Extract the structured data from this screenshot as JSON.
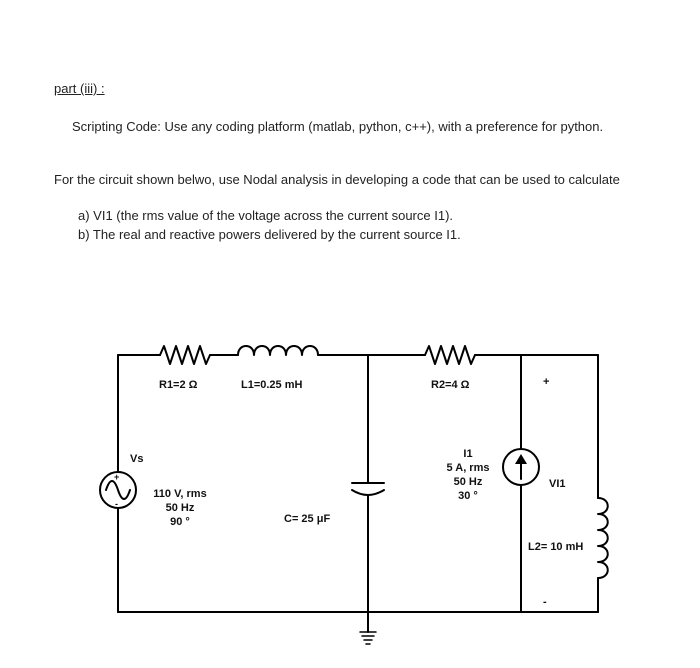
{
  "problem": {
    "part_label": "part (iii) :",
    "scripting_line": "Scripting Code:  Use any coding platform (matlab, python, c++), with a preference for python.",
    "instruction": "For the circuit shown belwo,  use Nodal analysis  in developing a code that can be used to calculate",
    "items": [
      "a)  VI1 (the rms value of the voltage across the current source I1).",
      "b)  The real and reactive powers delivered by the current source I1."
    ]
  },
  "circuit": {
    "r1_label": "R1=2 Ω",
    "l1_label": "L1=0.25 mH",
    "r2_label": "R2=4 Ω",
    "vs_name": "Vs",
    "vs_plus": "+",
    "vs_minus": "-",
    "vs_values": [
      "110 V, rms",
      "50 Hz",
      "90 °"
    ],
    "cap_label": "C= 25 μF",
    "i1_values": [
      "I1",
      "5 A, rms",
      "50 Hz",
      "30 °"
    ],
    "vi1_label": "VI1",
    "vi1_plus": "+",
    "vi1_minus": "-",
    "l2_label": "L2= 10 mH"
  }
}
